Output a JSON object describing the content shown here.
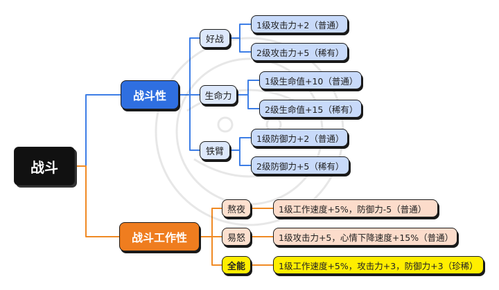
{
  "colors": {
    "blue_line": "#3d7ee6",
    "orange_line": "#f08a24",
    "root_fill": "#111111",
    "blue_fill": "#2f6fe0",
    "orange_fill": "#ef7d1f",
    "highlight": "#ffee00"
  },
  "root": {
    "label": "战斗"
  },
  "combat_trait": {
    "label": "战斗性",
    "groups": [
      {
        "label": "好战",
        "levels": [
          "1级攻击力+2（普通）",
          "2级攻击力+5（稀有）"
        ]
      },
      {
        "label": "生命力",
        "levels": [
          "1级生命值+10（普通）",
          "2级生命值+15（稀有）"
        ]
      },
      {
        "label": "铁臂",
        "levels": [
          "1级防御力+2（普通）",
          "2级防御力+5（稀有）"
        ]
      }
    ]
  },
  "work_trait": {
    "label": "战斗工作性",
    "items": [
      {
        "label": "熬夜",
        "desc": "1级工作速度+5%，防御力-5（普通）"
      },
      {
        "label": "易怒",
        "desc": "1级攻击力+5，心情下降速度+15%（普通）"
      },
      {
        "label": "全能",
        "desc": "1级工作速度+5%，攻击力+3，防御力+3（珍稀）"
      }
    ]
  }
}
